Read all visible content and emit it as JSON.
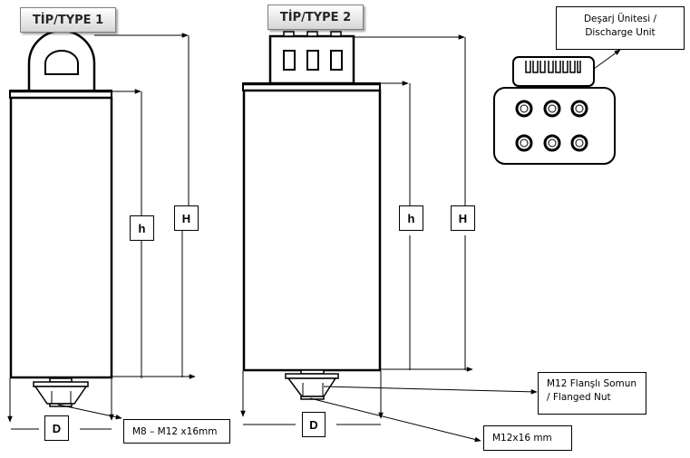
{
  "type1": {
    "title": "TİP/TYPE 1",
    "label_h": "h",
    "label_H": "H",
    "label_D": "D",
    "terminal_note": "M8 – M12 x16mm"
  },
  "type2": {
    "title": "TİP/TYPE 2",
    "label_h": "h",
    "label_H": "H",
    "label_D": "D",
    "nut_note_line1": "M12 Flanşlı Somun",
    "nut_note_line2": "/ Flanged Nut",
    "terminal_note": "M12x16 mm"
  },
  "discharge_unit": {
    "label_line1": "Deşarj Ünitesi /",
    "label_line2": "Discharge Unit"
  }
}
